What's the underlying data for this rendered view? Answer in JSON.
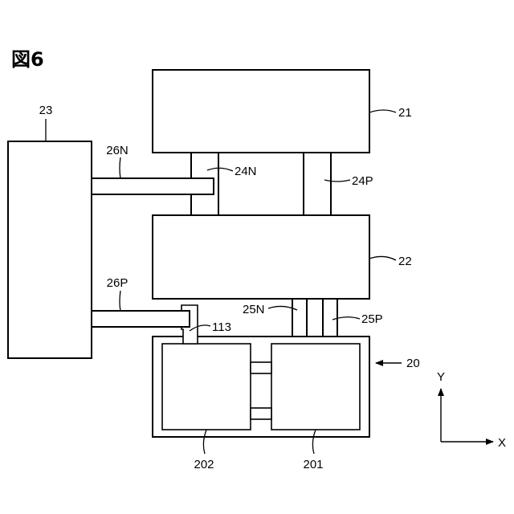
{
  "figure": {
    "title": "図6"
  },
  "labels": {
    "block_21": "21",
    "block_22": "22",
    "block_23": "23",
    "module_20": "20",
    "wire_24N": "24N",
    "wire_24P": "24P",
    "wire_25N": "25N",
    "wire_25P": "25P",
    "wire_26N": "26N",
    "wire_26P": "26P",
    "terminal_113": "113",
    "element_201": "201",
    "element_202": "202"
  },
  "axes": {
    "x_label": "X",
    "y_label": "Y"
  }
}
